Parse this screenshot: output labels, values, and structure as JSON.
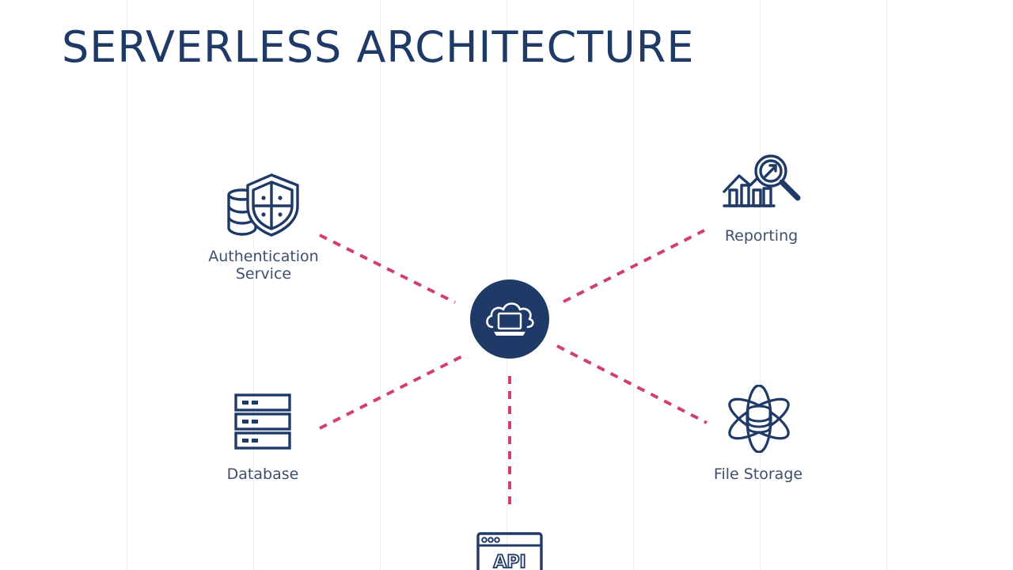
{
  "title": "SERVERLESS ARCHITECTURE",
  "colors": {
    "navy": "#1f3a66",
    "connector": "#d0406a",
    "label": "#3d4f6c",
    "grid": "#eef0f3"
  },
  "hub": {
    "icon": "cloud-laptop-icon"
  },
  "nodes": [
    {
      "id": "auth",
      "label_line1": "Authentication",
      "label_line2": "Service",
      "icon": "shield-database-icon"
    },
    {
      "id": "reporting",
      "label": "Reporting",
      "icon": "chart-magnifier-icon"
    },
    {
      "id": "database",
      "label": "Database",
      "icon": "server-rack-icon"
    },
    {
      "id": "storage",
      "label": "File Storage",
      "icon": "atom-database-icon"
    },
    {
      "id": "api",
      "label": "API",
      "icon": "api-window-icon"
    }
  ]
}
